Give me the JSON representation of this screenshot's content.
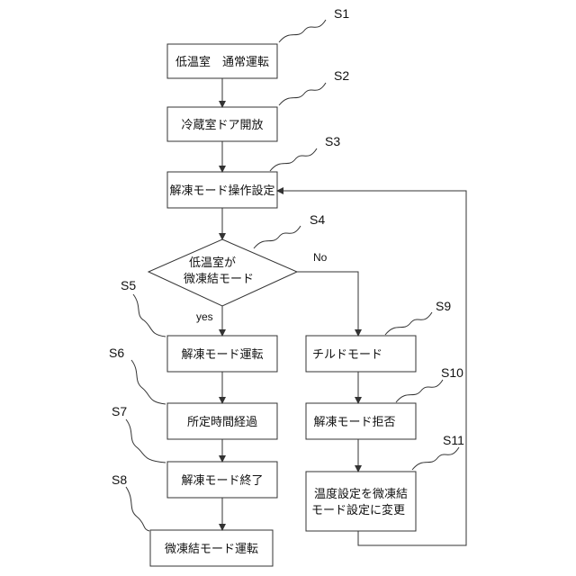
{
  "steps": {
    "s1": {
      "label": "S1",
      "text": "低温室　通常運転"
    },
    "s2": {
      "label": "S2",
      "text": "冷蔵室ドア開放"
    },
    "s3": {
      "label": "S3",
      "text": "解凍モード操作設定"
    },
    "s4": {
      "label": "S4",
      "line1": "低温室が",
      "line2": "微凍結モード"
    },
    "s5": {
      "label": "S5",
      "text": "解凍モード運転"
    },
    "s6": {
      "label": "S6",
      "text": "所定時間経過"
    },
    "s7": {
      "label": "S7",
      "text": "解凍モード終了"
    },
    "s8": {
      "label": "S8",
      "text": "微凍結モード運転"
    },
    "s9": {
      "label": "S9",
      "text": "チルドモード"
    },
    "s10": {
      "label": "S10",
      "text": "解凍モード拒否"
    },
    "s11": {
      "label": "S11",
      "line1": "温度設定を微凍結",
      "line2": "モード設定に変更"
    }
  },
  "branches": {
    "yes": "yes",
    "no": "No"
  },
  "colors": {
    "stroke": "#333333",
    "text": "#111111",
    "background": "#ffffff"
  }
}
